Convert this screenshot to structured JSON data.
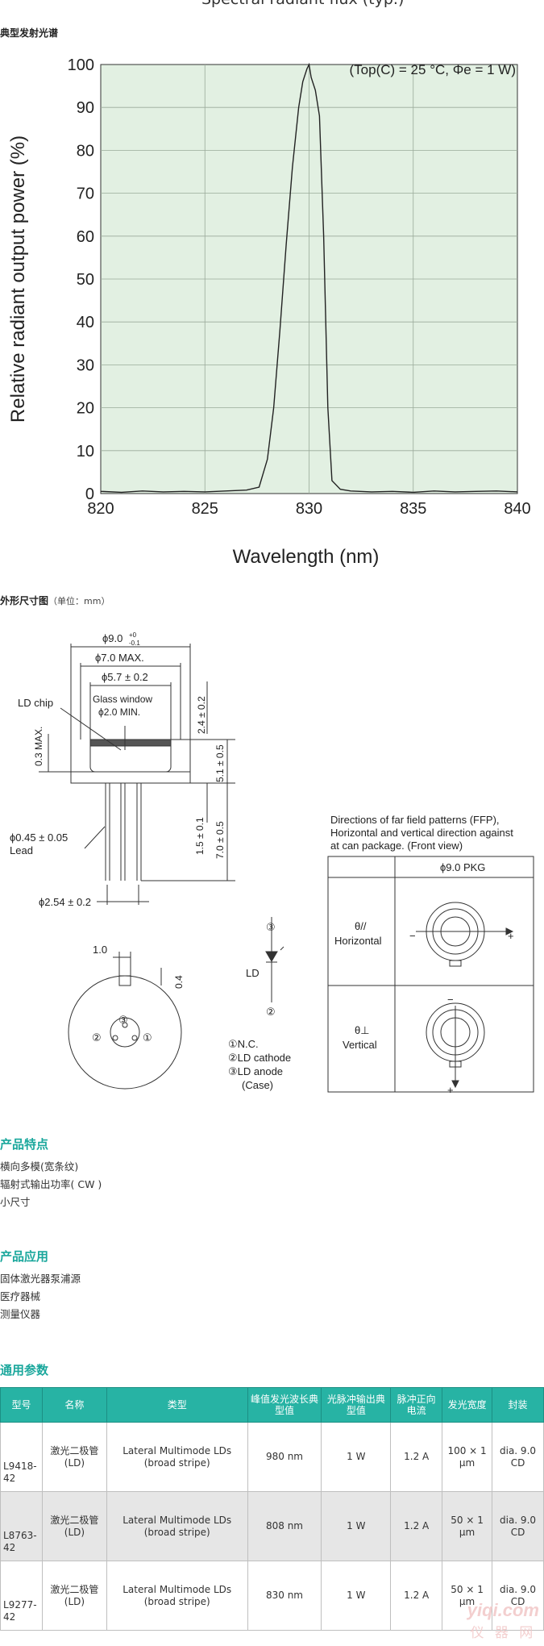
{
  "top_cut_text": "Spectral radiant flux (typ.)",
  "spectrum": {
    "section_label": "典型发射光谱",
    "chart_data": {
      "type": "line",
      "title": "(Top(C) = 25 °C, Φe = 1 W)",
      "xlabel": "Wavelength (nm)",
      "ylabel": "Relative radiant output power (%)",
      "xlim": [
        820,
        840
      ],
      "ylim": [
        0,
        100
      ],
      "xticks": [
        820,
        825,
        830,
        835,
        840
      ],
      "yticks": [
        0,
        10,
        20,
        30,
        40,
        50,
        60,
        70,
        80,
        90,
        100
      ],
      "grid": true,
      "background_color": "#e2f0e2",
      "line_color": "#222222",
      "series": [
        {
          "x": [
            820,
            821,
            822,
            823,
            824,
            825,
            826,
            827,
            827.6,
            828.0,
            828.3,
            828.6,
            828.9,
            829.2,
            829.5,
            829.7,
            829.9,
            830.0,
            830.1,
            830.3,
            830.5,
            830.7,
            830.9,
            831.1,
            831.5,
            832,
            833,
            834,
            835,
            836,
            837,
            838,
            839,
            840
          ],
          "y": [
            0.5,
            0.3,
            0.6,
            0.4,
            0.5,
            0.4,
            0.6,
            0.8,
            1.5,
            8,
            20,
            38,
            58,
            76,
            90,
            96,
            99,
            100,
            97,
            94,
            88,
            60,
            20,
            3,
            1,
            0.6,
            0.4,
            0.5,
            0.3,
            0.6,
            0.4,
            0.5,
            0.6,
            0.4
          ]
        }
      ]
    }
  },
  "dimensions": {
    "section_label": "外形尺寸图",
    "unit_note": "（单位：mm）",
    "labels": {
      "phi9": "ϕ9.0",
      "phi9_tol_plus": "+0",
      "phi9_tol_minus": "-0.1",
      "phi7": "ϕ7.0 MAX.",
      "phi57": "ϕ5.7 ± 0.2",
      "glass1": "Glass window",
      "glass2": "ϕ2.0 MIN.",
      "ld_chip": "LD chip",
      "max03": "0.3 MAX.",
      "d24": "2.4 ± 0.2",
      "d51": "5.1 ± 0.5",
      "d15": "1.5 ± 0.1",
      "d70": "7.0 ± 0.5",
      "lead1": "ϕ0.45 ± 0.05",
      "lead2": "Lead",
      "pitch": "ϕ2.54 ± 0.2",
      "d10": "1.0",
      "d04": "0.4",
      "pin1": "①",
      "pin2": "②",
      "pin3": "③",
      "ld": "LD",
      "legend1": "①N.C.",
      "legend2": "②LD cathode",
      "legend3": "③LD anode",
      "legend4": "(Case)"
    },
    "ffp": {
      "caption1": "Directions of far field patterns (FFP),",
      "caption2": "Horizontal and vertical direction against",
      "caption3": "at can package. (Front view)",
      "col_header": "ϕ9.0 PKG",
      "row1_sym": "θ//",
      "row1_label": "Horizontal",
      "row2_sym": "θ⊥",
      "row2_label": "Vertical",
      "minus": "−",
      "plus": "+"
    }
  },
  "features": {
    "title": "产品特点",
    "items": [
      "横向多模(宽条纹)",
      "辐射式输出功率( CW )",
      "小尺寸"
    ]
  },
  "applications": {
    "title": "产品应用",
    "items": [
      "固体激光器泵浦源",
      "医疗器械",
      "测量仪器"
    ]
  },
  "params": {
    "title": "通用参数",
    "headers": [
      "型号",
      "名称",
      "类型",
      "峰值发光波长典型值",
      "光脉冲输出典型值",
      "脉冲正向电流",
      "发光宽度",
      "封装"
    ],
    "rows": [
      {
        "model": "L9418-42",
        "name": "激光二极管(LD)",
        "type": "Lateral Multimode LDs (broad stripe)",
        "wavelength": "980 nm",
        "output": "1 W",
        "current": "1.2 A",
        "width": "100 × 1 μm",
        "package": "dia. 9.0 CD"
      },
      {
        "model": "L8763-42",
        "name": "激光二极管(LD)",
        "type": "Lateral Multimode LDs (broad stripe)",
        "wavelength": "808 nm",
        "output": "1 W",
        "current": "1.2 A",
        "width": "50 × 1 μm",
        "package": "dia. 9.0 CD"
      },
      {
        "model": "L9277-42",
        "name": "激光二极管(LD)",
        "type": "Lateral Multimode LDs (broad stripe)",
        "wavelength": "830 nm",
        "output": "1 W",
        "current": "1.2 A",
        "width": "50 × 1 μm",
        "package": "dia. 9.0 CD"
      }
    ]
  },
  "watermark": {
    "line1": "yiqi.com",
    "line2": "仪 器 网"
  }
}
